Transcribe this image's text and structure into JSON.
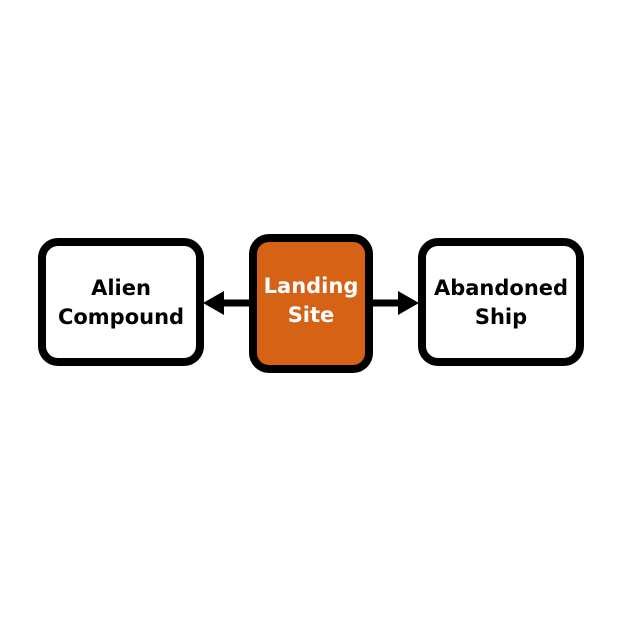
{
  "diagram": {
    "nodes": [
      {
        "id": "alien-compound",
        "label": "Alien\nCompound"
      },
      {
        "id": "landing-site",
        "label": "Landing\nSite"
      },
      {
        "id": "abandoned-ship",
        "label": "Abandoned\nShip"
      }
    ],
    "edges": [
      {
        "from": "landing-site",
        "to": "alien-compound"
      },
      {
        "from": "landing-site",
        "to": "abandoned-ship"
      }
    ],
    "colors": {
      "highlight_fill": "#d66215",
      "default_fill": "#ffffff",
      "border": "#000000"
    }
  }
}
